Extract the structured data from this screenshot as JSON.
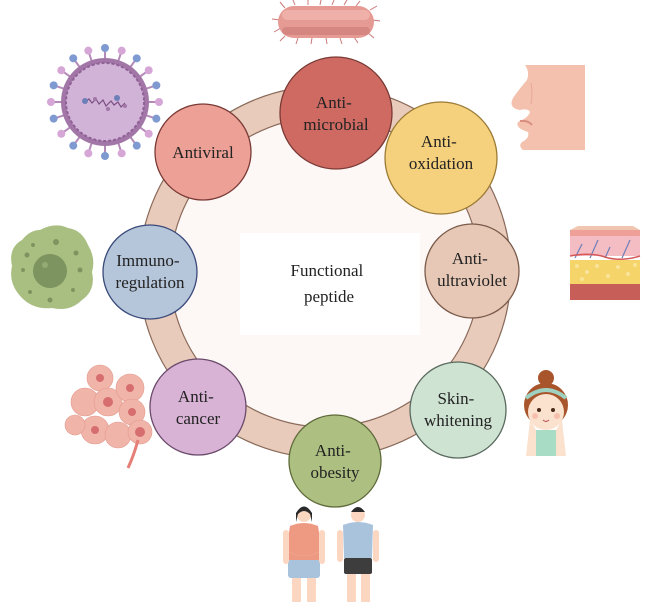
{
  "diagram": {
    "center": {
      "lines": [
        "Functional",
        "peptide"
      ]
    },
    "nodes": [
      {
        "id": "anti-microbial",
        "lines": [
          "Anti-",
          "microbial"
        ],
        "fill": "#cf6a63",
        "stroke": "#7a3a35",
        "icon": "bacterium-icon"
      },
      {
        "id": "anti-oxidation",
        "lines": [
          "Anti-",
          "oxidation"
        ],
        "fill": "#f6d17d",
        "stroke": "#9a7a35",
        "icon": "face-profile-icon"
      },
      {
        "id": "anti-ultraviolet",
        "lines": [
          "Anti-",
          "ultraviolet"
        ],
        "fill": "#e7c8b6",
        "stroke": "#7a5a4a",
        "icon": "skin-layers-icon"
      },
      {
        "id": "skin-whitening",
        "lines": [
          "Skin-",
          "whitening"
        ],
        "fill": "#cfe3d3",
        "stroke": "#5a6a5e",
        "icon": "girl-face-icon"
      },
      {
        "id": "anti-obesity",
        "lines": [
          "Anti-",
          "obesity"
        ],
        "fill": "#adc082",
        "stroke": "#5e6a3a",
        "icon": "obese-people-icon"
      },
      {
        "id": "anti-cancer",
        "lines": [
          "Anti-",
          "cancer"
        ],
        "fill": "#d8b3d6",
        "stroke": "#6a4a6a",
        "icon": "tumor-cells-icon"
      },
      {
        "id": "immuno-regulation",
        "lines": [
          "Immuno-",
          "regulation"
        ],
        "fill": "#b5c5da",
        "stroke": "#3a4a7a",
        "icon": "immune-cell-icon"
      },
      {
        "id": "antiviral",
        "lines": [
          "Antiviral"
        ],
        "fill": "#eca096",
        "stroke": "#7a3a35",
        "icon": "virus-icon"
      }
    ],
    "colors": {
      "ring_fill": "#e8cbbb",
      "ring_stroke": "#8a6a5a",
      "inner_fill": "#fdf8f6",
      "center_box": "#ffffff"
    }
  }
}
